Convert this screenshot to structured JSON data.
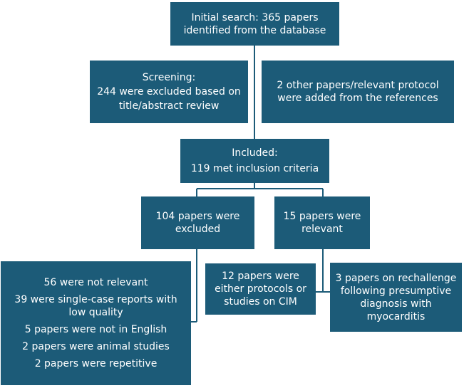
{
  "nodes": {
    "initial": {
      "lines": [
        "Initial search: 365 papers",
        "identified from the database"
      ]
    },
    "screening": {
      "lines": [
        "Screening:",
        "244 were excluded based on",
        "title/abstract review"
      ]
    },
    "other": {
      "lines": [
        "2 other papers/relevant protocol",
        "were added from the references"
      ]
    },
    "included": {
      "lines": [
        "Included:",
        "119 met inclusion criteria"
      ]
    },
    "excluded": {
      "lines": [
        "104 papers were",
        "excluded"
      ]
    },
    "relevant": {
      "lines": [
        "15 papers were",
        "relevant"
      ]
    },
    "reasons": {
      "lines": [
        "56 were not relevant",
        "39 were single-case reports with",
        "low quality",
        "5 papers were not in English",
        "2 papers were animal studies",
        "2 papers were repetitive"
      ]
    },
    "protocols": {
      "lines": [
        "12 papers were",
        "either protocols or",
        "studies on CIM"
      ]
    },
    "rechallenge": {
      "lines": [
        "3 papers on rechallenge",
        "following presumptive",
        "diagnosis with",
        "myocarditis"
      ]
    }
  },
  "colors": {
    "box": "#1c5b78",
    "text": "#ffffff",
    "line": "#1c5b78"
  }
}
